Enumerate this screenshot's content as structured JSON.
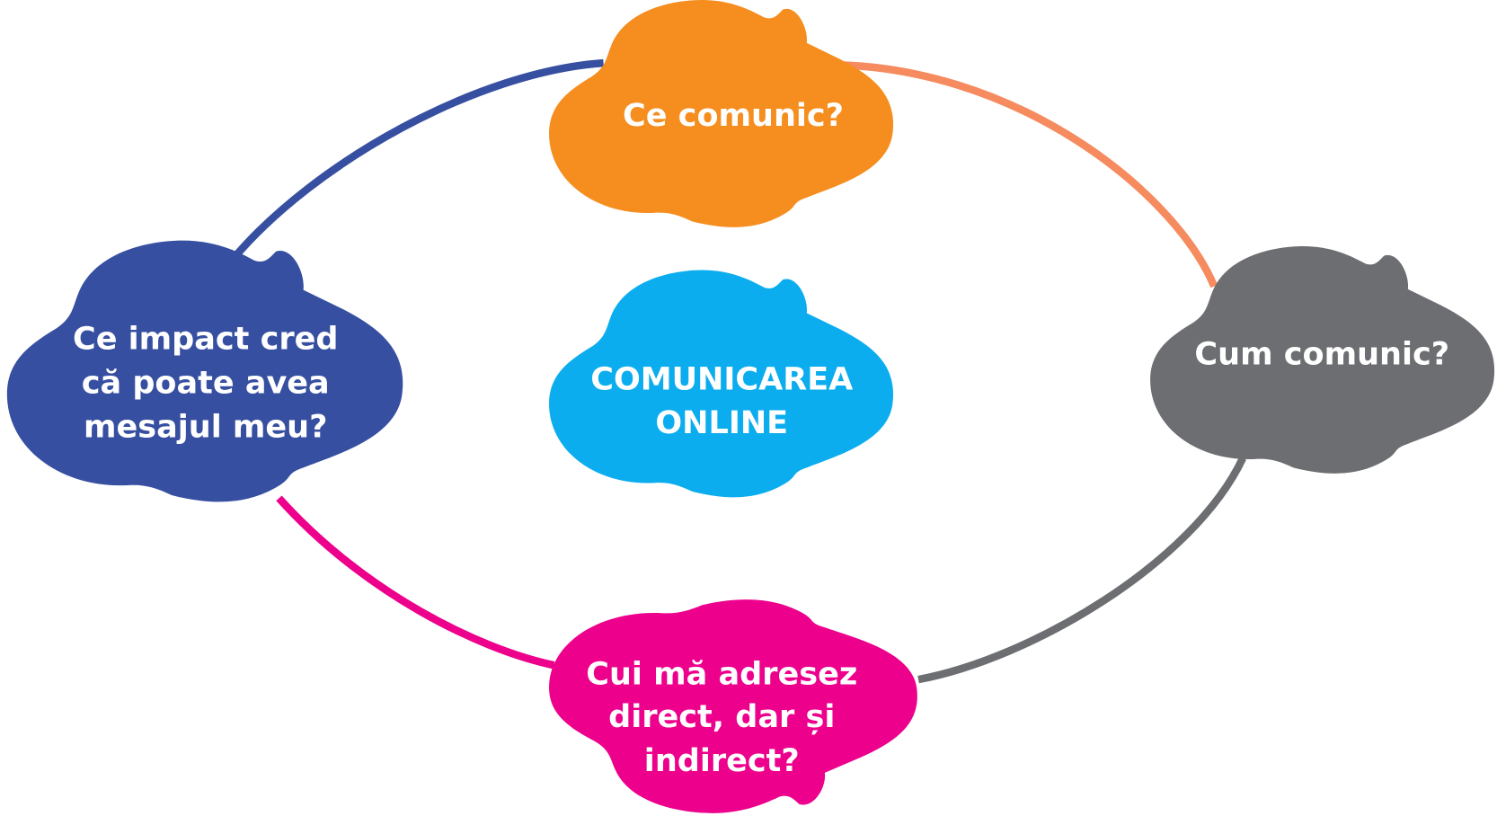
{
  "diagram": {
    "center": {
      "lines": [
        "COMUNICAREA",
        "ONLINE"
      ],
      "color": "#0BADEE"
    },
    "nodes": [
      {
        "id": "what",
        "lines": [
          "Ce comunic?"
        ],
        "color": "#F58D1F"
      },
      {
        "id": "how",
        "lines": [
          "Cum comunic?"
        ],
        "color": "#6D6E71"
      },
      {
        "id": "whom",
        "lines": [
          "Cui mă adresez",
          "direct, dar și",
          "indirect?"
        ],
        "color": "#EC008C"
      },
      {
        "id": "impact",
        "lines": [
          "Ce impact  cred",
          "că poate  avea",
          "mesajul meu?"
        ],
        "color": "#364FA0"
      }
    ],
    "connectors": [
      {
        "from": "impact",
        "to": "what",
        "color": "#364FA0"
      },
      {
        "from": "what",
        "to": "how",
        "color": "#F58B5E"
      },
      {
        "from": "how",
        "to": "whom",
        "color": "#6D6E71"
      },
      {
        "from": "whom",
        "to": "impact",
        "color": "#EC008C"
      }
    ]
  }
}
